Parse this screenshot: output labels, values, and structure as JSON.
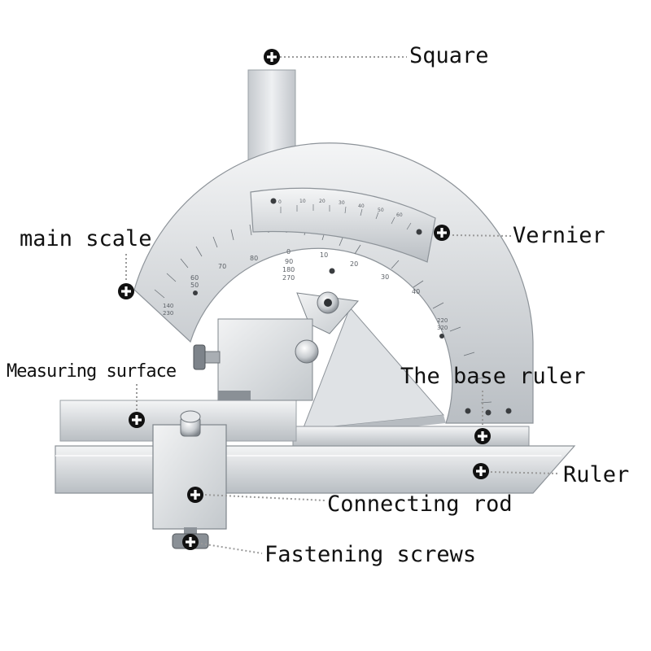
{
  "labels": {
    "square": "Square",
    "vernier": "Vernier",
    "main_scale": "main scale",
    "measuring_surface": "Measuring surface",
    "base_ruler": "The base ruler",
    "ruler": "Ruler",
    "connecting_rod": "Connecting rod",
    "fastening_screws": "Fastening screws"
  },
  "main_scale_numbers": [
    "50",
    "60",
    "70",
    "80",
    "0",
    "90",
    "180",
    "270",
    "10",
    "20",
    "30",
    "40",
    "140",
    "230",
    "220",
    "320"
  ],
  "vernier_numbers": [
    "0",
    "10",
    "20",
    "30",
    "40",
    "50",
    "60"
  ],
  "colors": {
    "steel_light": "#eceef0",
    "steel_mid": "#c9cdd1",
    "steel_dark": "#8d9399",
    "marker": "#111111",
    "leader": "#9a9a9a"
  }
}
